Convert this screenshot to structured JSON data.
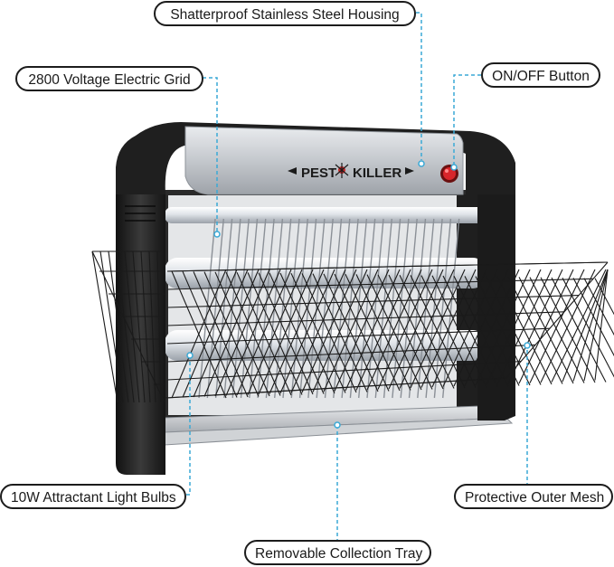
{
  "brand": {
    "left_text": "PEST",
    "right_text": "KILLER"
  },
  "callouts": {
    "housing": "Shatterproof Stainless Steel Housing",
    "grid": "2800 Voltage Electric Grid",
    "button": "ON/OFF Button",
    "bulbs": "10W Attractant Light Bulbs",
    "mesh": "Protective Outer Mesh",
    "tray": "Removable Collection Tray"
  },
  "colors": {
    "leader_line": "#3aa9d6",
    "body_black": "#1e1e1e",
    "housing_silver": "#c9ccd0",
    "button_red": "#d8262b"
  }
}
